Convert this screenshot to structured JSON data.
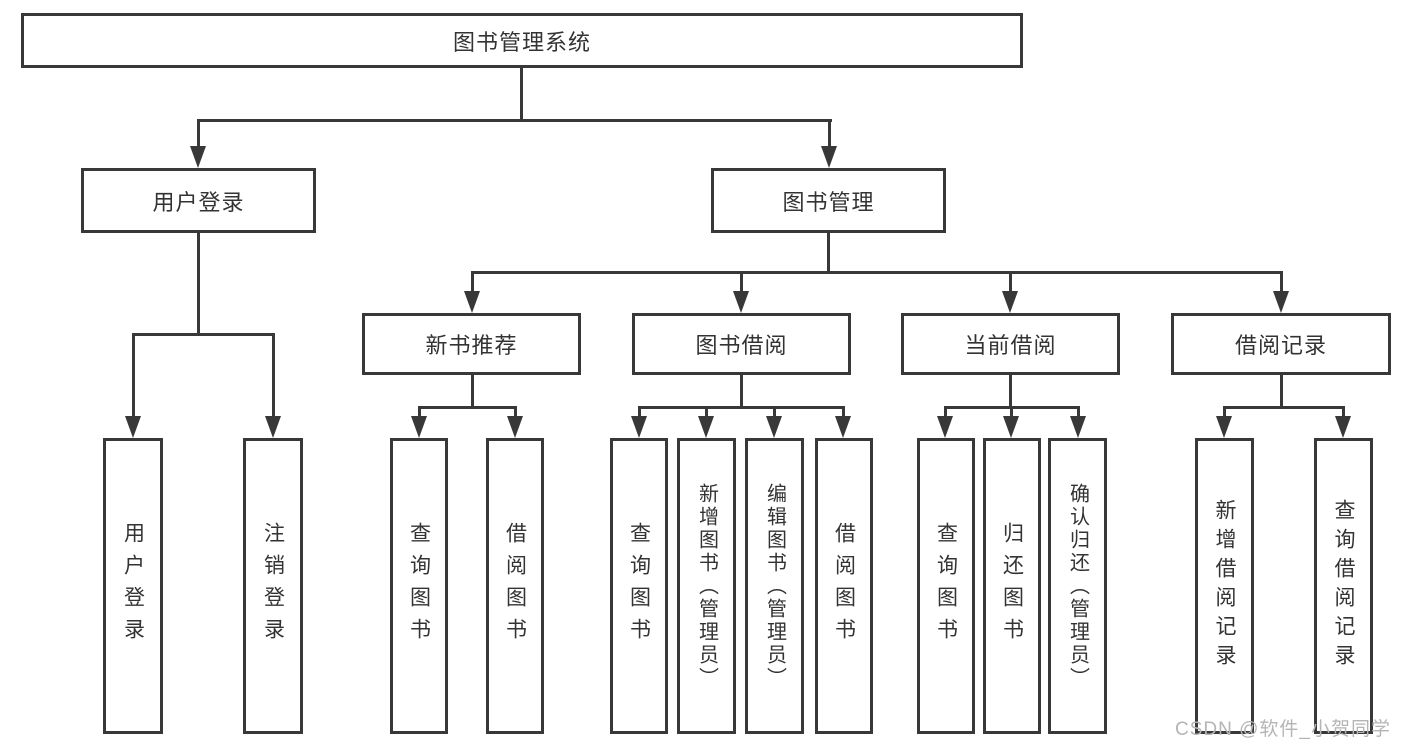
{
  "diagram": {
    "type": "tree",
    "colors": {
      "line": "#383838",
      "box_border": "#383838",
      "background": "#ffffff",
      "watermark": "#b5b5b5"
    },
    "watermark": "CSDN @软件_小贺同学",
    "nodes": {
      "root": {
        "label": "图书管理系统",
        "children": [
          "user_login",
          "book_mgmt"
        ]
      },
      "user_login": {
        "label": "用户登录",
        "children": [
          "leaf_user_login",
          "leaf_logout"
        ]
      },
      "book_mgmt": {
        "label": "图书管理",
        "children": [
          "new_book_rec",
          "book_borrow",
          "current_borrow",
          "borrow_record"
        ]
      },
      "new_book_rec": {
        "label": "新书推荐",
        "children": [
          "rec_query",
          "rec_borrow"
        ]
      },
      "book_borrow": {
        "label": "图书借阅",
        "children": [
          "bor_query",
          "bor_add",
          "bor_edit",
          "bor_borrow"
        ]
      },
      "current_borrow": {
        "label": "当前借阅",
        "children": [
          "cur_query",
          "cur_return",
          "cur_confirm"
        ]
      },
      "borrow_record": {
        "label": "借阅记录",
        "children": [
          "log_add",
          "log_query"
        ]
      },
      "leaf_user_login": {
        "label": "用户登录"
      },
      "leaf_logout": {
        "label": "注销登录"
      },
      "rec_query": {
        "label": "查询图书"
      },
      "rec_borrow": {
        "label": "借阅图书"
      },
      "bor_query": {
        "label": "查询图书"
      },
      "bor_add": {
        "label": "新增图书（管理员）"
      },
      "bor_edit": {
        "label": "编辑图书（管理员）"
      },
      "bor_borrow": {
        "label": "借阅图书"
      },
      "cur_query": {
        "label": "查询图书"
      },
      "cur_return": {
        "label": "归还图书"
      },
      "cur_confirm": {
        "label": "确认归还（管理员）"
      },
      "log_add": {
        "label": "新增借阅记录"
      },
      "log_query": {
        "label": "查询借阅记录"
      }
    }
  }
}
